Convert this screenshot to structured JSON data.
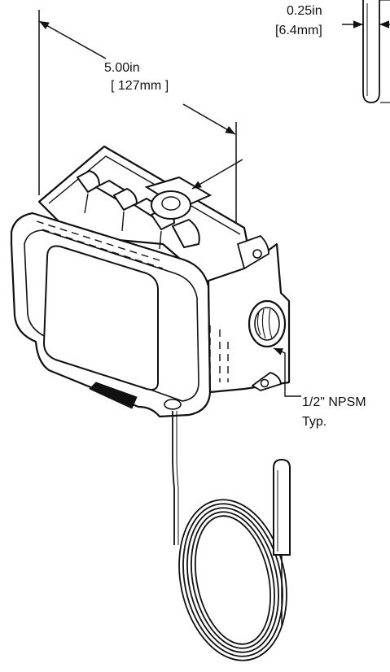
{
  "dimensions": {
    "width_in": "5.00in",
    "width_mm": "127mm",
    "diameter_in": "0.25in",
    "diameter_mm": "6.4mm"
  },
  "callout": {
    "thread": "1/2\" NPSM",
    "typ": "Typ."
  },
  "colors": {
    "line": "#111111",
    "background": "#ffffff"
  }
}
